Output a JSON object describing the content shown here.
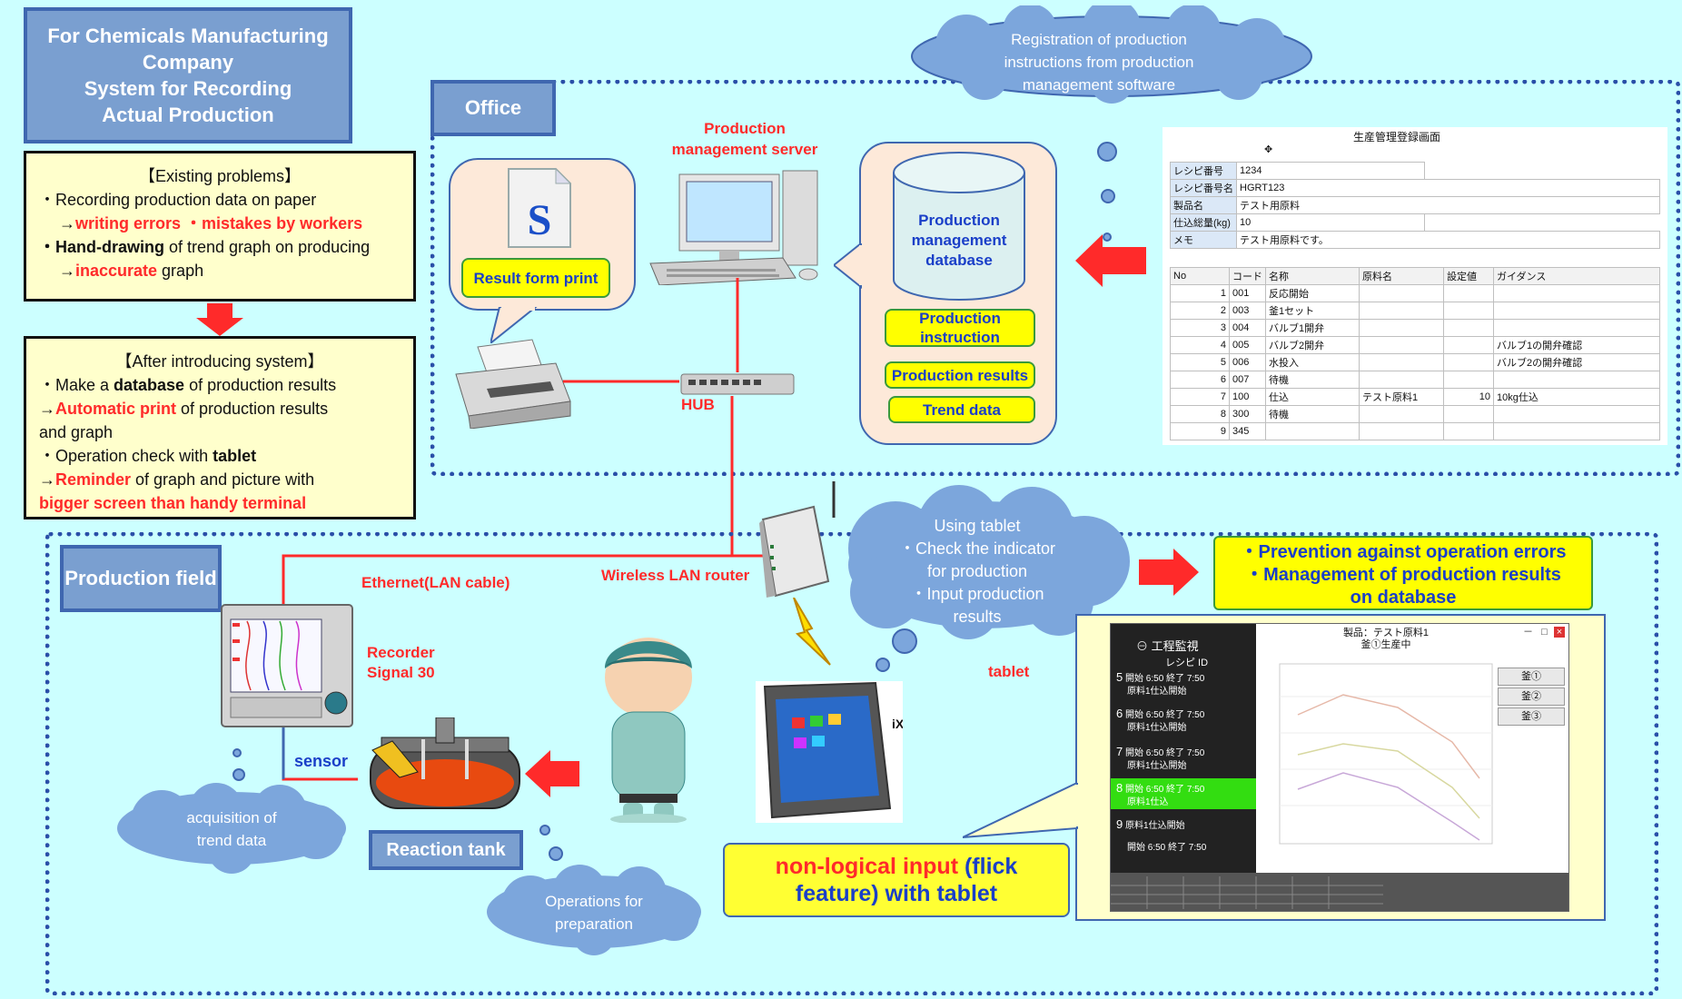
{
  "title": {
    "lines": [
      "For Chemicals Manufacturing",
      "Company",
      "System for Recording",
      "Actual Production"
    ]
  },
  "problems": {
    "heading": "【Existing problems】",
    "line1": "・Recording production data on paper",
    "line2_arrow": "→",
    "line2_red": "writing errors ・mistakes by workers",
    "line3_bold": "・Hand-drawing",
    "line3_rest": " of trend graph on producing",
    "line4_arrow": "→",
    "line4_red": "inaccurate",
    "line4_rest": " graph"
  },
  "after": {
    "heading": "【After introducing system】",
    "l1a": "・Make a ",
    "l1b": "database",
    "l1c": " of  production results",
    "l2a": "→",
    "l2b": "Automatic print",
    "l2c": " of  production results",
    "l3": "and graph",
    "l4a": "・Operation check with ",
    "l4b": "tablet",
    "l5a": "→",
    "l5b": "Reminder",
    "l5c": " of  graph and picture with",
    "l6": "bigger screen than handy terminal"
  },
  "office": {
    "label": "Office",
    "server_label": "Production\nmanagement server",
    "result_form": "Result form print",
    "hub": "HUB",
    "db_label": "Production\nmanagement\ndatabase",
    "db_items": [
      "Production\ninstruction",
      "Production results",
      "Trend data"
    ],
    "cloud_registration": "Registration of production\ninstructions from production\nmanagement software"
  },
  "sheet": {
    "title": "生産管理登録画面",
    "fields": [
      {
        "label": "レシピ番号",
        "value": "1234"
      },
      {
        "label": "レシピ番号名",
        "value": "HGRT123"
      },
      {
        "label": "製品名",
        "value": "テスト用原料"
      },
      {
        "label": "仕込総量(kg)",
        "value": "10"
      },
      {
        "label": "メモ",
        "value": "テスト用原料です。"
      }
    ],
    "headers": [
      "No",
      "コード",
      "名称",
      "原料名",
      "設定値",
      "ガイダンス"
    ],
    "rows": [
      [
        "1",
        "001",
        "反応開始",
        "",
        "",
        ""
      ],
      [
        "2",
        "003",
        "釜1セット",
        "",
        "",
        ""
      ],
      [
        "3",
        "004",
        "バルブ1開弁",
        "",
        "",
        ""
      ],
      [
        "4",
        "005",
        "バルブ2開弁",
        "",
        "",
        "バルブ1の開弁確認"
      ],
      [
        "5",
        "006",
        "水投入",
        "",
        "",
        "バルブ2の開弁確認"
      ],
      [
        "6",
        "007",
        "待機",
        "",
        "",
        ""
      ],
      [
        "7",
        "100",
        "仕込",
        "テスト原料1",
        "10",
        "10kg仕込"
      ],
      [
        "8",
        "300",
        "待機",
        "",
        "",
        ""
      ],
      [
        "9",
        "345",
        "",
        "",
        "",
        ""
      ]
    ]
  },
  "field": {
    "label": "Production field",
    "ethernet": "Ethernet(LAN cable)",
    "wlan": "Wireless LAN router",
    "recorder": "Recorder\nSignal 30",
    "sensor": "sensor",
    "reaction_tank": "Reaction tank",
    "tablet_label": "tablet",
    "cloud_tablet": "Using tablet\n・Check the indicator\nfor production\n・Input production\nresults",
    "cloud_acq": "acquisition of\ntrend data",
    "cloud_ops": "Operations for\npreparation",
    "prevention": [
      "・Prevention against operation errors",
      "・Management of production results",
      "on database"
    ],
    "note_red": "non-logical input",
    "note_blue1": " (flick",
    "note_blue2": "feature) with tablet"
  },
  "tablet_screen": {
    "app_title": "工程監視",
    "recipe_id": "レシピ ID",
    "product": "製品：テスト原料1",
    "status": "釜①生産中",
    "items": [
      {
        "n": "5",
        "t1": "開始 6:50 終了 7:50",
        "t2": "原料1仕込開始"
      },
      {
        "n": "6",
        "t1": "開始 6:50 終了 7:50",
        "t2": "原料1仕込開始"
      },
      {
        "n": "7",
        "t1": "開始 6:50 終了 7:50",
        "t2": "原料1仕込開始"
      },
      {
        "n": "8",
        "t1": "開始 6:50 終了 7:50",
        "t2": "原料1仕込"
      },
      {
        "n": "9",
        "t1": "原料1仕込開始",
        "t2": ""
      },
      {
        "n": "",
        "t1": "開始 6:50 終了 7:50",
        "t2": ""
      }
    ],
    "buttons": [
      "釜①",
      "釜②",
      "釜③"
    ],
    "window_controls": [
      "－",
      "□",
      "×"
    ]
  },
  "colors": {
    "background": "#ccffff",
    "accent_red": "#ff2a2a",
    "label_blue": "#7a9fd0",
    "cloud": "#7ca6dc",
    "button_yellow": "#ffff00"
  }
}
